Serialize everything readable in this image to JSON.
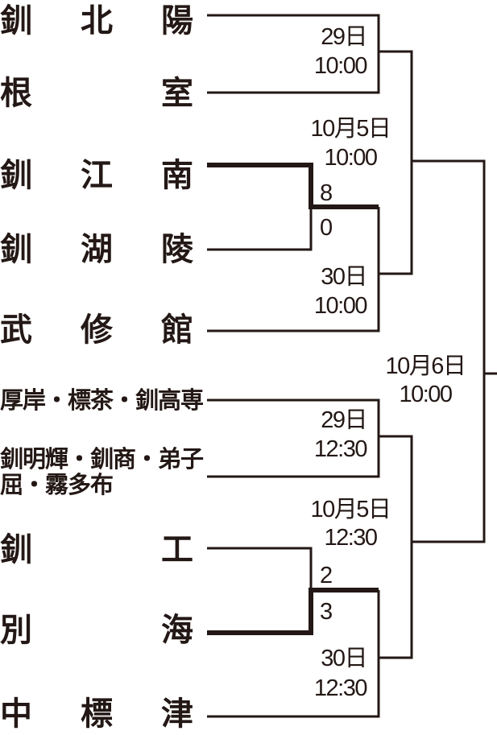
{
  "teams": [
    {
      "chars": [
        "釧",
        "北",
        "陽"
      ]
    },
    {
      "chars": [
        "根",
        "室"
      ]
    },
    {
      "chars": [
        "釧",
        "江",
        "南"
      ]
    },
    {
      "chars": [
        "釧",
        "湖",
        "陵"
      ]
    },
    {
      "chars": [
        "武",
        "修",
        "館"
      ]
    },
    {
      "text": "厚岸・標茶・釧高専"
    },
    {
      "text": "釧明輝・釧商・弟子",
      "text2": "屈・霧多布"
    },
    {
      "chars": [
        "釧",
        "工"
      ]
    },
    {
      "chars": [
        "別",
        "海"
      ]
    },
    {
      "chars": [
        "中",
        "標",
        "津"
      ]
    }
  ],
  "matches": {
    "m1": {
      "date": "29日",
      "time": "10:00"
    },
    "m2": {
      "date": "30日",
      "time": "10:00",
      "score_top": "8",
      "score_bottom": "0"
    },
    "m3": {
      "date": "10月5日",
      "time": "10:00"
    },
    "m4": {
      "date": "29日",
      "time": "12:30"
    },
    "m5": {
      "date": "30日",
      "time": "12:30",
      "score_top": "2",
      "score_bottom": "3"
    },
    "m6": {
      "date": "10月5日",
      "time": "12:30"
    },
    "final": {
      "date": "10月6日",
      "time": "10:00"
    }
  },
  "colors": {
    "line": "#231815"
  }
}
